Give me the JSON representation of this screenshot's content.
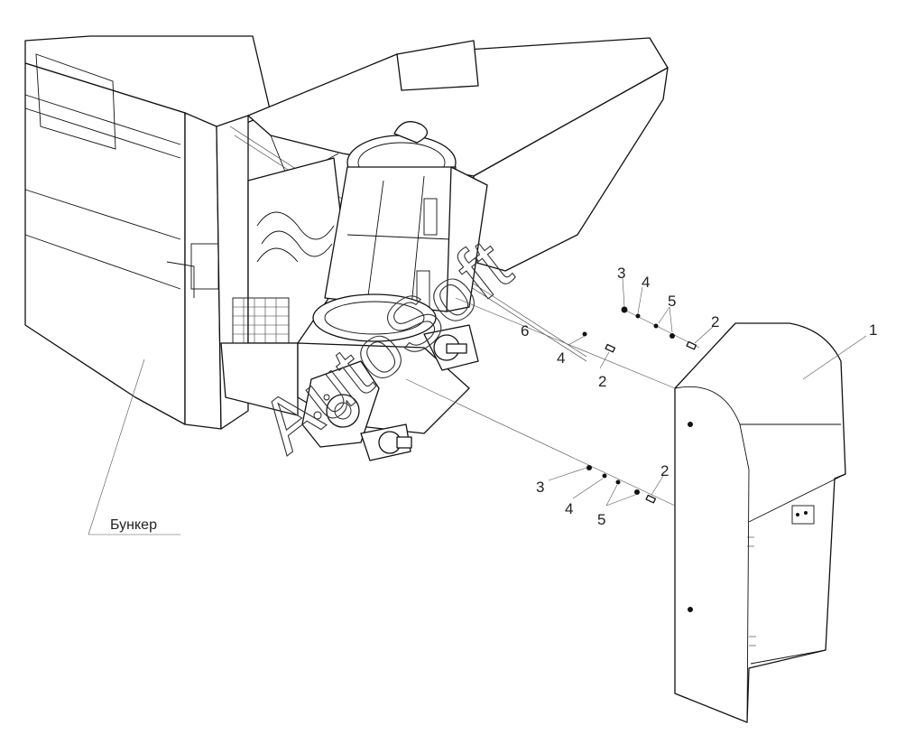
{
  "callouts": {
    "c1": "1",
    "c2a": "2",
    "c2b": "2",
    "c2c": "2",
    "c3a": "3",
    "c3b": "3",
    "c4a": "4",
    "c4b": "4",
    "c4c": "4",
    "c5a": "5",
    "c5b": "5",
    "c6": "6"
  },
  "bunker_label": "Бункер",
  "watermark": "AutoSoft"
}
